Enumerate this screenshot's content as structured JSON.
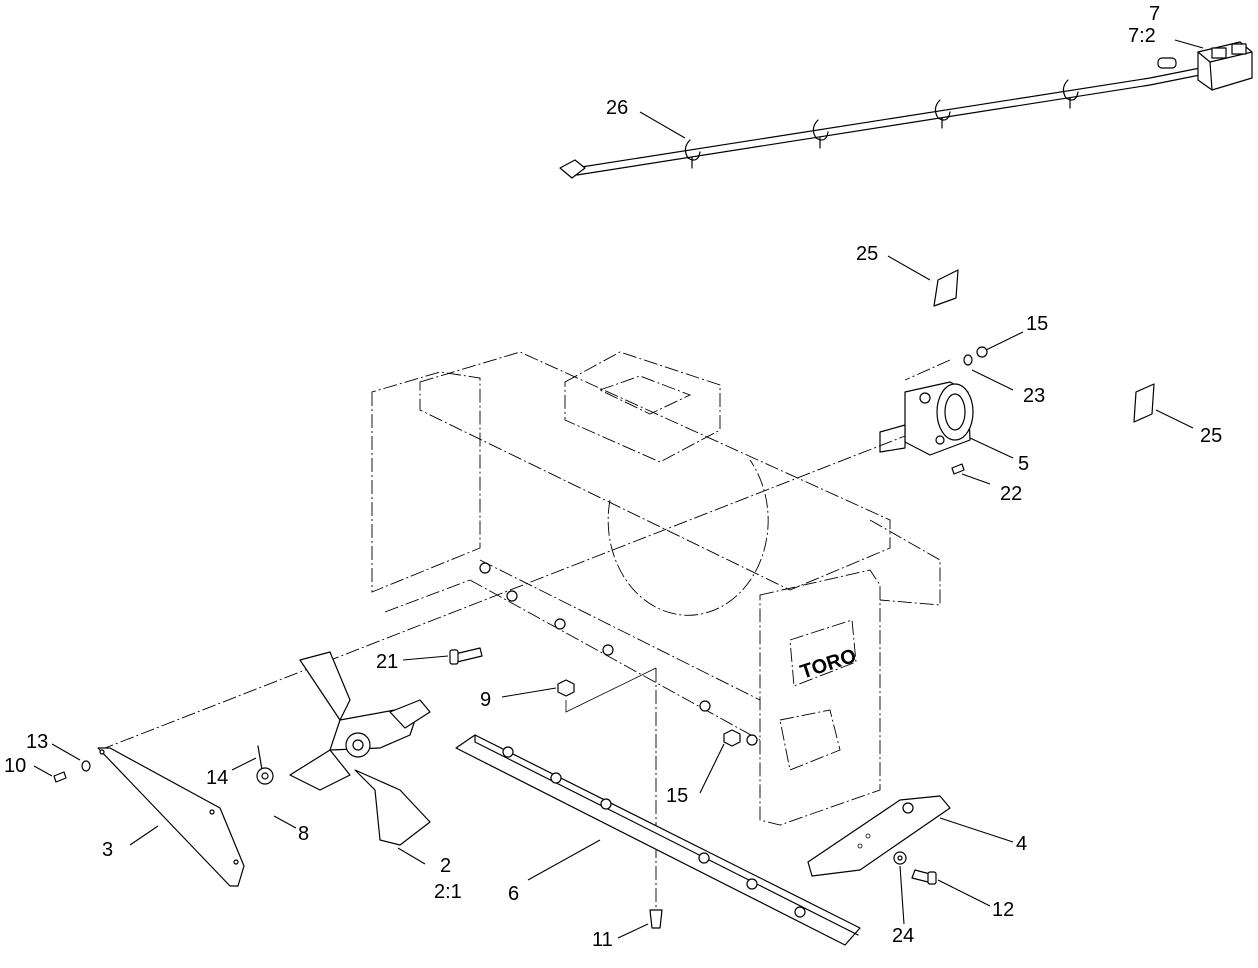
{
  "diagram": {
    "brand_mark": "TORO",
    "callouts": {
      "c26": "26",
      "c7": "7",
      "c7_2": "7:2",
      "c25_top": "25",
      "c25_right": "25",
      "c15_top": "15",
      "c23": "23",
      "c5": "5",
      "c22": "22",
      "c21": "21",
      "c9": "9",
      "c13": "13",
      "c10": "10",
      "c14": "14",
      "c3": "3",
      "c8": "8",
      "c2": "2",
      "c2_1": "2:1",
      "c15_mid": "15",
      "c6": "6",
      "c11": "11",
      "c4": "4",
      "c24": "24",
      "c12": "12"
    }
  }
}
